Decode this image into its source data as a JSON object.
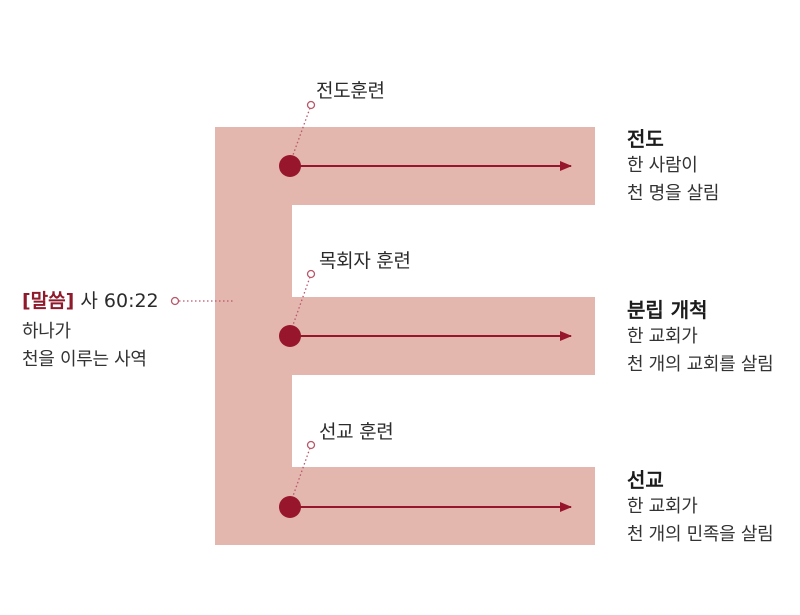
{
  "colors": {
    "band": "#e3b6ae",
    "accent": "#98162b",
    "leader": "#b9576a",
    "text": "#2b2b2b"
  },
  "trainings": [
    {
      "label": "전도훈련"
    },
    {
      "label": "목회자 훈련"
    },
    {
      "label": "선교 훈련"
    }
  ],
  "outcomes": [
    {
      "title": "전도",
      "lines": [
        "한 사람이",
        "천 명을 살림"
      ]
    },
    {
      "title": "분립 개척",
      "lines": [
        "한 교회가",
        "천 개의 교회를 살림"
      ]
    },
    {
      "title": "선교",
      "lines": [
        "한 교회가",
        "천 개의 민족을 살림"
      ]
    }
  ],
  "verse": {
    "tag": "[말씀]",
    "ref": "사 60:22",
    "lines": [
      "하나가",
      "천을 이루는 사역"
    ]
  }
}
